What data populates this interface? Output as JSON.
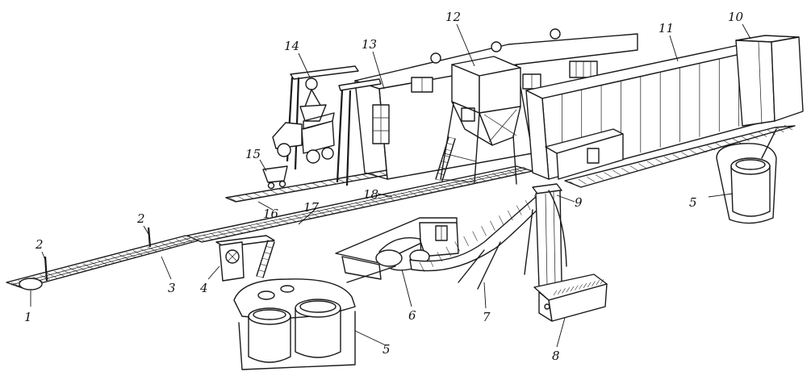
{
  "diagram": {
    "labels": [
      {
        "id": "l1",
        "text": "1"
      },
      {
        "id": "l2a",
        "text": "2"
      },
      {
        "id": "l2b",
        "text": "2"
      },
      {
        "id": "l3",
        "text": "3"
      },
      {
        "id": "l4",
        "text": "4"
      },
      {
        "id": "l5a",
        "text": "5"
      },
      {
        "id": "l5b",
        "text": "5"
      },
      {
        "id": "l6",
        "text": "6"
      },
      {
        "id": "l7",
        "text": "7"
      },
      {
        "id": "l8",
        "text": "8"
      },
      {
        "id": "l9",
        "text": "9"
      },
      {
        "id": "l10",
        "text": "10"
      },
      {
        "id": "l11",
        "text": "11"
      },
      {
        "id": "l12",
        "text": "12"
      },
      {
        "id": "l13",
        "text": "13"
      },
      {
        "id": "l14",
        "text": "14"
      },
      {
        "id": "l15",
        "text": "15"
      },
      {
        "id": "l16",
        "text": "16"
      },
      {
        "id": "l17",
        "text": "17"
      },
      {
        "id": "l18",
        "text": "18"
      }
    ],
    "colors": {
      "ink": "#1a1a1a",
      "paper": "#ffffff"
    }
  }
}
